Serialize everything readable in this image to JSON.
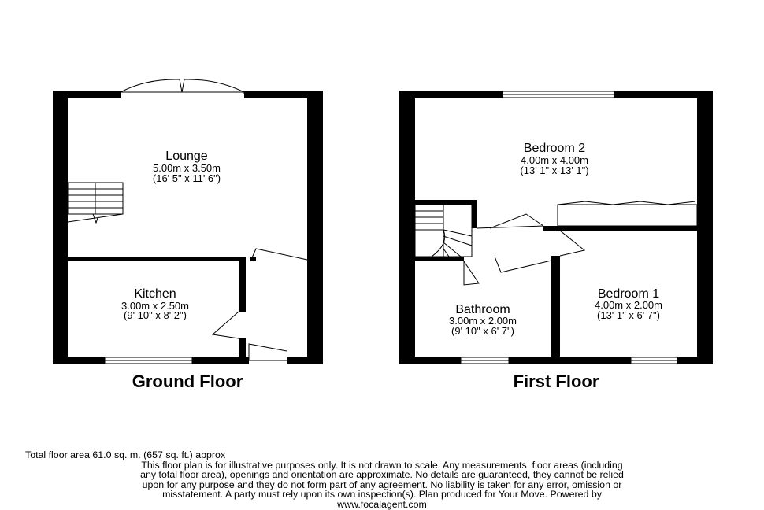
{
  "ground_floor": {
    "title": "Ground Floor",
    "rooms": [
      {
        "name": "Lounge",
        "metric": "5.00m x 3.50m",
        "imperial": "(16' 5\" x 11' 6\")"
      },
      {
        "name": "Kitchen",
        "metric": "3.00m x 2.50m",
        "imperial": "(9' 10\" x 8' 2\")"
      }
    ]
  },
  "first_floor": {
    "title": "First Floor",
    "rooms": [
      {
        "name": "Bedroom 2",
        "metric": "4.00m x 4.00m",
        "imperial": "(13' 1\" x 13' 1\")"
      },
      {
        "name": "Bathroom",
        "metric": "3.00m x 2.00m",
        "imperial": "(9' 10\" x 6' 7\")"
      },
      {
        "name": "Bedroom 1",
        "metric": "4.00m x 2.00m",
        "imperial": "(13' 1\" x 6' 7\")"
      }
    ]
  },
  "footer": {
    "total_area": "Total floor area 61.0 sq. m. (657 sq. ft.) approx",
    "disclaimer_lines": [
      "This floor plan is for illustrative purposes only. It is not drawn to scale. Any measurements, floor areas (including",
      "any total floor area), openings and orientation are approximate. No details are guaranteed, they cannot be relied",
      "upon for any purpose and they do not form part of any agreement. No liability is taken for any error, omission or",
      "misstatement. A party must rely upon its own inspection(s). Plan produced for Your Move. Powered by",
      "www.focalagent.com"
    ]
  },
  "colors": {
    "wall": "#000000",
    "background": "#ffffff"
  }
}
